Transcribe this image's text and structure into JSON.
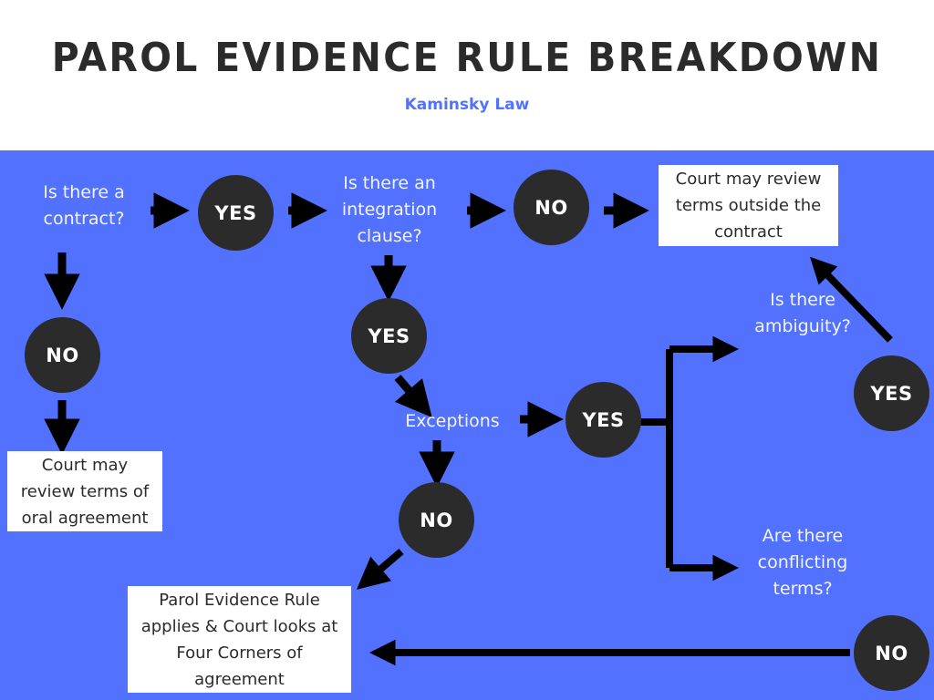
{
  "header": {
    "title": "PAROL EVIDENCE RULE BREAKDOWN",
    "subtitle": "Kaminsky Law",
    "title_color": "#2b2b2b",
    "subtitle_color": "#5271ff"
  },
  "theme": {
    "board_background": "#5271ff",
    "node_fill": "#2b2b2b",
    "node_text": "#ffffff",
    "question_text": "#f2f4ff",
    "box_fill": "#ffffff",
    "box_text": "#2b2b2b",
    "connector": "#000000"
  },
  "flow": {
    "questions": [
      {
        "id": "contract",
        "label": "Is there a\ncontract?"
      },
      {
        "id": "integration",
        "label": "Is there an\nintegration\nclause?"
      },
      {
        "id": "exceptions",
        "label": "Exceptions"
      },
      {
        "id": "ambiguity",
        "label": "Is there\nambiguity?"
      },
      {
        "id": "conflicting",
        "label": "Are there\nconflicting\nterms?"
      }
    ],
    "decisions": [
      {
        "id": "contract-yes",
        "label": "YES"
      },
      {
        "id": "contract-no",
        "label": "NO"
      },
      {
        "id": "integration-no",
        "label": "NO"
      },
      {
        "id": "integration-yes",
        "label": "YES"
      },
      {
        "id": "exceptions-yes",
        "label": "YES"
      },
      {
        "id": "exceptions-no",
        "label": "NO"
      },
      {
        "id": "branch-yes",
        "label": "YES"
      },
      {
        "id": "branch-no",
        "label": "NO"
      }
    ],
    "outcomes": [
      {
        "id": "outside-terms",
        "label": "Court may review terms outside the contract"
      },
      {
        "id": "oral-terms",
        "label": "Court may review terms of oral agreement"
      },
      {
        "id": "four-corners",
        "label": "Parol Evidence Rule applies & Court looks at Four Corners of agreement"
      }
    ]
  }
}
